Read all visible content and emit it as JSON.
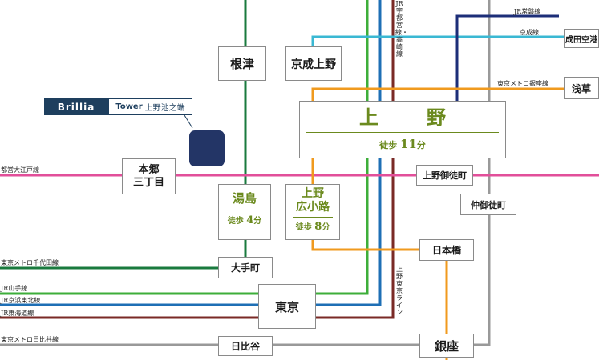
{
  "brand": {
    "name": "Brillia",
    "tower": "Tower",
    "tower_name": "上野池之端",
    "color": "#1e3f5e"
  },
  "colors": {
    "chiyoda": "#1a7a3e",
    "yamanote": "#3dae3a",
    "keihin": "#1e6fb5",
    "tokaido": "#7a2a26",
    "hibiya": "#999999",
    "oedo": "#e24f9a",
    "keisei": "#3ab8d3",
    "ginza": "#f09a1e",
    "joban": "#1c2e78",
    "walk_text": "#6b8a1e",
    "marker": "#233566"
  },
  "stations": {
    "nezu": "根津",
    "keisei_ueno": "京成上野",
    "ueno": "上　野",
    "ueno_walk_prefix": "徒歩",
    "ueno_walk_min": "11",
    "ueno_walk_unit": "分",
    "hongo": "本郷\n三丁目",
    "yushima": "湯島",
    "yushima_walk_prefix": "徒歩",
    "yushima_walk_min": "4",
    "yushima_walk_unit": "分",
    "hirokoji": "上野\n広小路",
    "hirokoji_walk_prefix": "徒歩",
    "hirokoji_walk_min": "8",
    "hirokoji_walk_unit": "分",
    "okachimachi": "上野御徒町",
    "nakaokachimachi": "仲御徒町",
    "otemachi": "大手町",
    "nihonbashi": "日本橋",
    "tokyo": "東京",
    "hibiya": "日比谷",
    "ginza": "銀座",
    "narita": "成田空港",
    "asakusa": "浅草"
  },
  "lines": {
    "jr_joban": "JR常磐線",
    "keisei": "京成線",
    "ginza": "東京メトロ銀座線",
    "oedo": "都営大江戸線",
    "chiyoda": "東京メトロ千代田線",
    "yamanote": "JR山手線",
    "keihin": "JR京浜東北線",
    "tokaido": "JR東海道線",
    "hibiya": "東京メトロ日比谷線",
    "utsunomiya": "JR宇都宮線・高崎線",
    "ueno_tokyo": "上野東京ライン"
  }
}
